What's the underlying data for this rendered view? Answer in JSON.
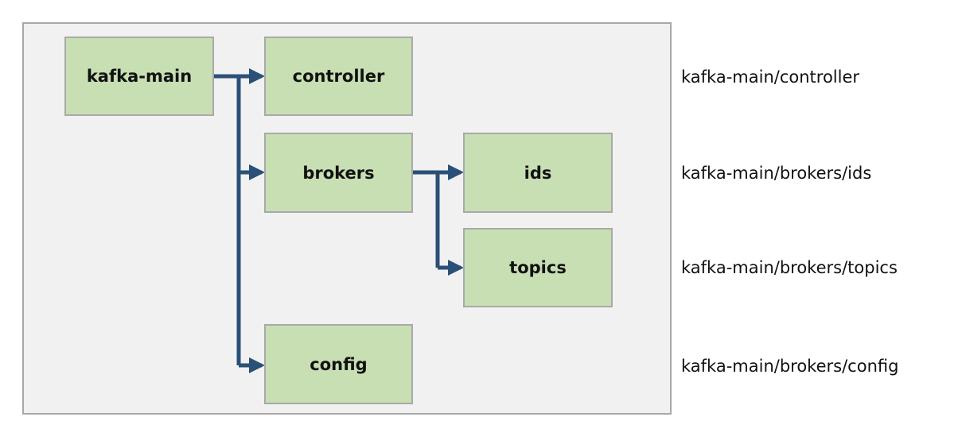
{
  "diagram": {
    "nodes": {
      "kafka_main": "kafka-main",
      "controller": "controller",
      "brokers": "brokers",
      "ids": "ids",
      "topics": "topics",
      "config": "config"
    },
    "paths": {
      "controller": "kafka-main/controller",
      "ids": "kafka-main/brokers/ids",
      "topics": "kafka-main/brokers/topics",
      "config": "kafka-main/brokers/config"
    },
    "edges": [
      {
        "from": "kafka-main",
        "to": "controller"
      },
      {
        "from": "kafka-main",
        "to": "brokers"
      },
      {
        "from": "kafka-main",
        "to": "config"
      },
      {
        "from": "brokers",
        "to": "ids"
      },
      {
        "from": "brokers",
        "to": "topics"
      }
    ],
    "colors": {
      "node_fill": "#c7dfb2",
      "node_border": "#a9a9a9",
      "panel_fill": "#f1f1f1",
      "panel_border": "#a8a8a8",
      "connector": "#2b5077"
    }
  }
}
